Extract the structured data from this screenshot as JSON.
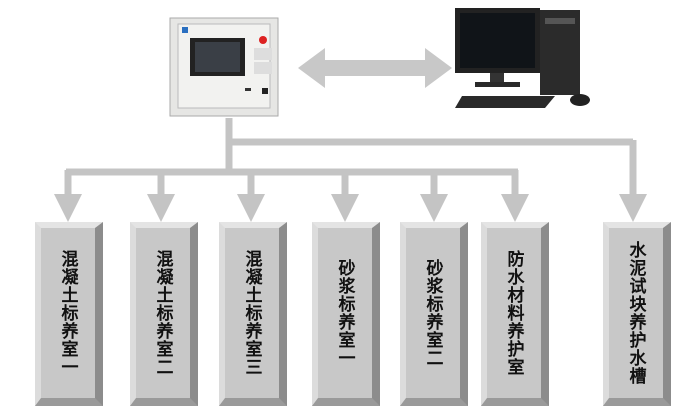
{
  "diagram": {
    "controller": {
      "name": "control-device"
    },
    "computer": {
      "name": "computer"
    },
    "rooms": [
      {
        "label": "混凝土标养室一"
      },
      {
        "label": "混凝土标养室二"
      },
      {
        "label": "混凝土标养室三"
      },
      {
        "label": "砂浆标养室一"
      },
      {
        "label": "砂浆标养室二"
      },
      {
        "label": "防水材料养护室"
      },
      {
        "label": "水泥试块养护水槽"
      }
    ]
  }
}
